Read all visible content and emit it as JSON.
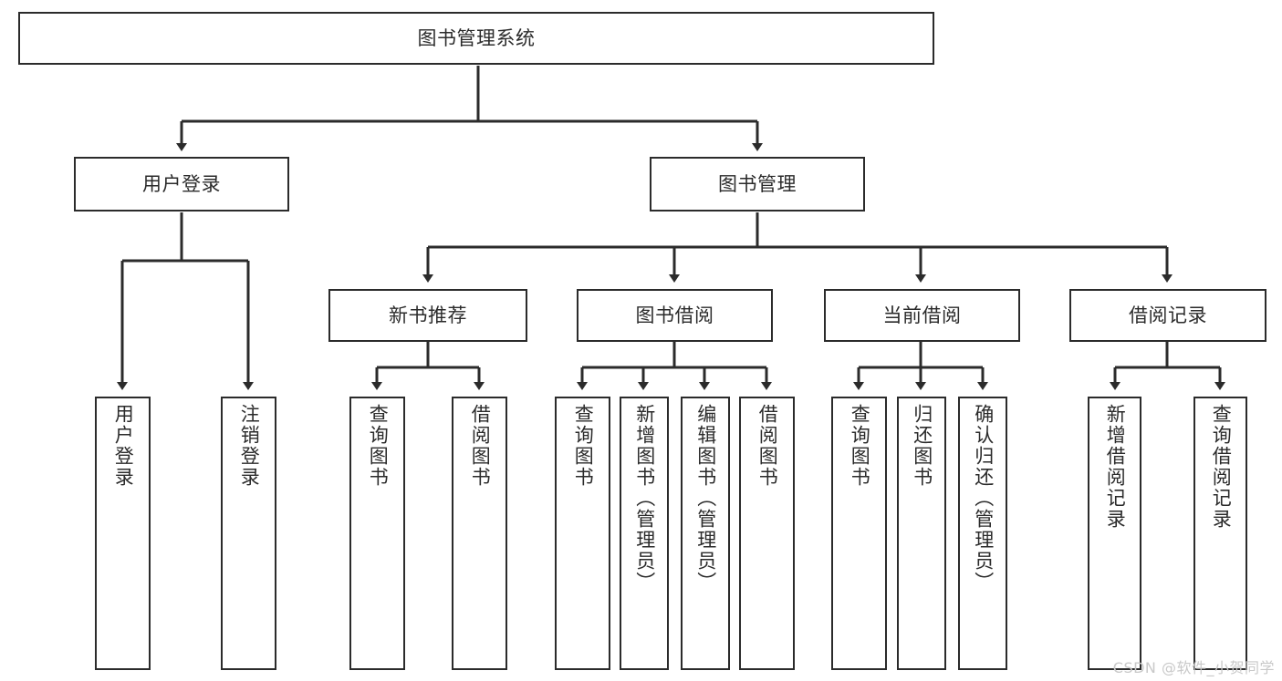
{
  "diagram": {
    "title": "图书管理系统",
    "type": "tree-hierarchy",
    "watermark": "CSDN @软件_小贺同学",
    "colors": {
      "stroke": "#2b2b2b",
      "fill": "#ffffff",
      "background": "#ffffff",
      "watermark": "#c9c9c9"
    },
    "nodes": {
      "root": {
        "label": "图书管理系统"
      },
      "level1": [
        {
          "id": "user-login",
          "label": "用户登录"
        },
        {
          "id": "book-manage",
          "label": "图书管理"
        }
      ],
      "level2": [
        {
          "id": "new-book-recommend",
          "label": "新书推荐"
        },
        {
          "id": "book-borrow",
          "label": "图书借阅"
        },
        {
          "id": "current-borrow",
          "label": "当前借阅"
        },
        {
          "id": "borrow-record",
          "label": "借阅记录"
        }
      ],
      "leaves": {
        "user_login": [
          {
            "id": "leaf-user-login",
            "label": "用户登录"
          },
          {
            "id": "leaf-logout-login",
            "label": "注销登录"
          }
        ],
        "new_book_recommend": [
          {
            "id": "leaf-query-book-1",
            "label": "查询图书"
          },
          {
            "id": "leaf-borrow-book-1",
            "label": "借阅图书"
          }
        ],
        "book_borrow": [
          {
            "id": "leaf-query-book-2",
            "label": "查询图书"
          },
          {
            "id": "leaf-add-book",
            "label": "新增图书（管理员）"
          },
          {
            "id": "leaf-edit-book",
            "label": "编辑图书（管理员）"
          },
          {
            "id": "leaf-borrow-book-2",
            "label": "借阅图书"
          }
        ],
        "current_borrow": [
          {
            "id": "leaf-query-book-3",
            "label": "查询图书"
          },
          {
            "id": "leaf-return-book",
            "label": "归还图书"
          },
          {
            "id": "leaf-confirm-return",
            "label": "确认归还（管理员）"
          }
        ],
        "borrow_record": [
          {
            "id": "leaf-add-record",
            "label": "新增借阅记录"
          },
          {
            "id": "leaf-query-record",
            "label": "查询借阅记录"
          }
        ]
      }
    }
  }
}
